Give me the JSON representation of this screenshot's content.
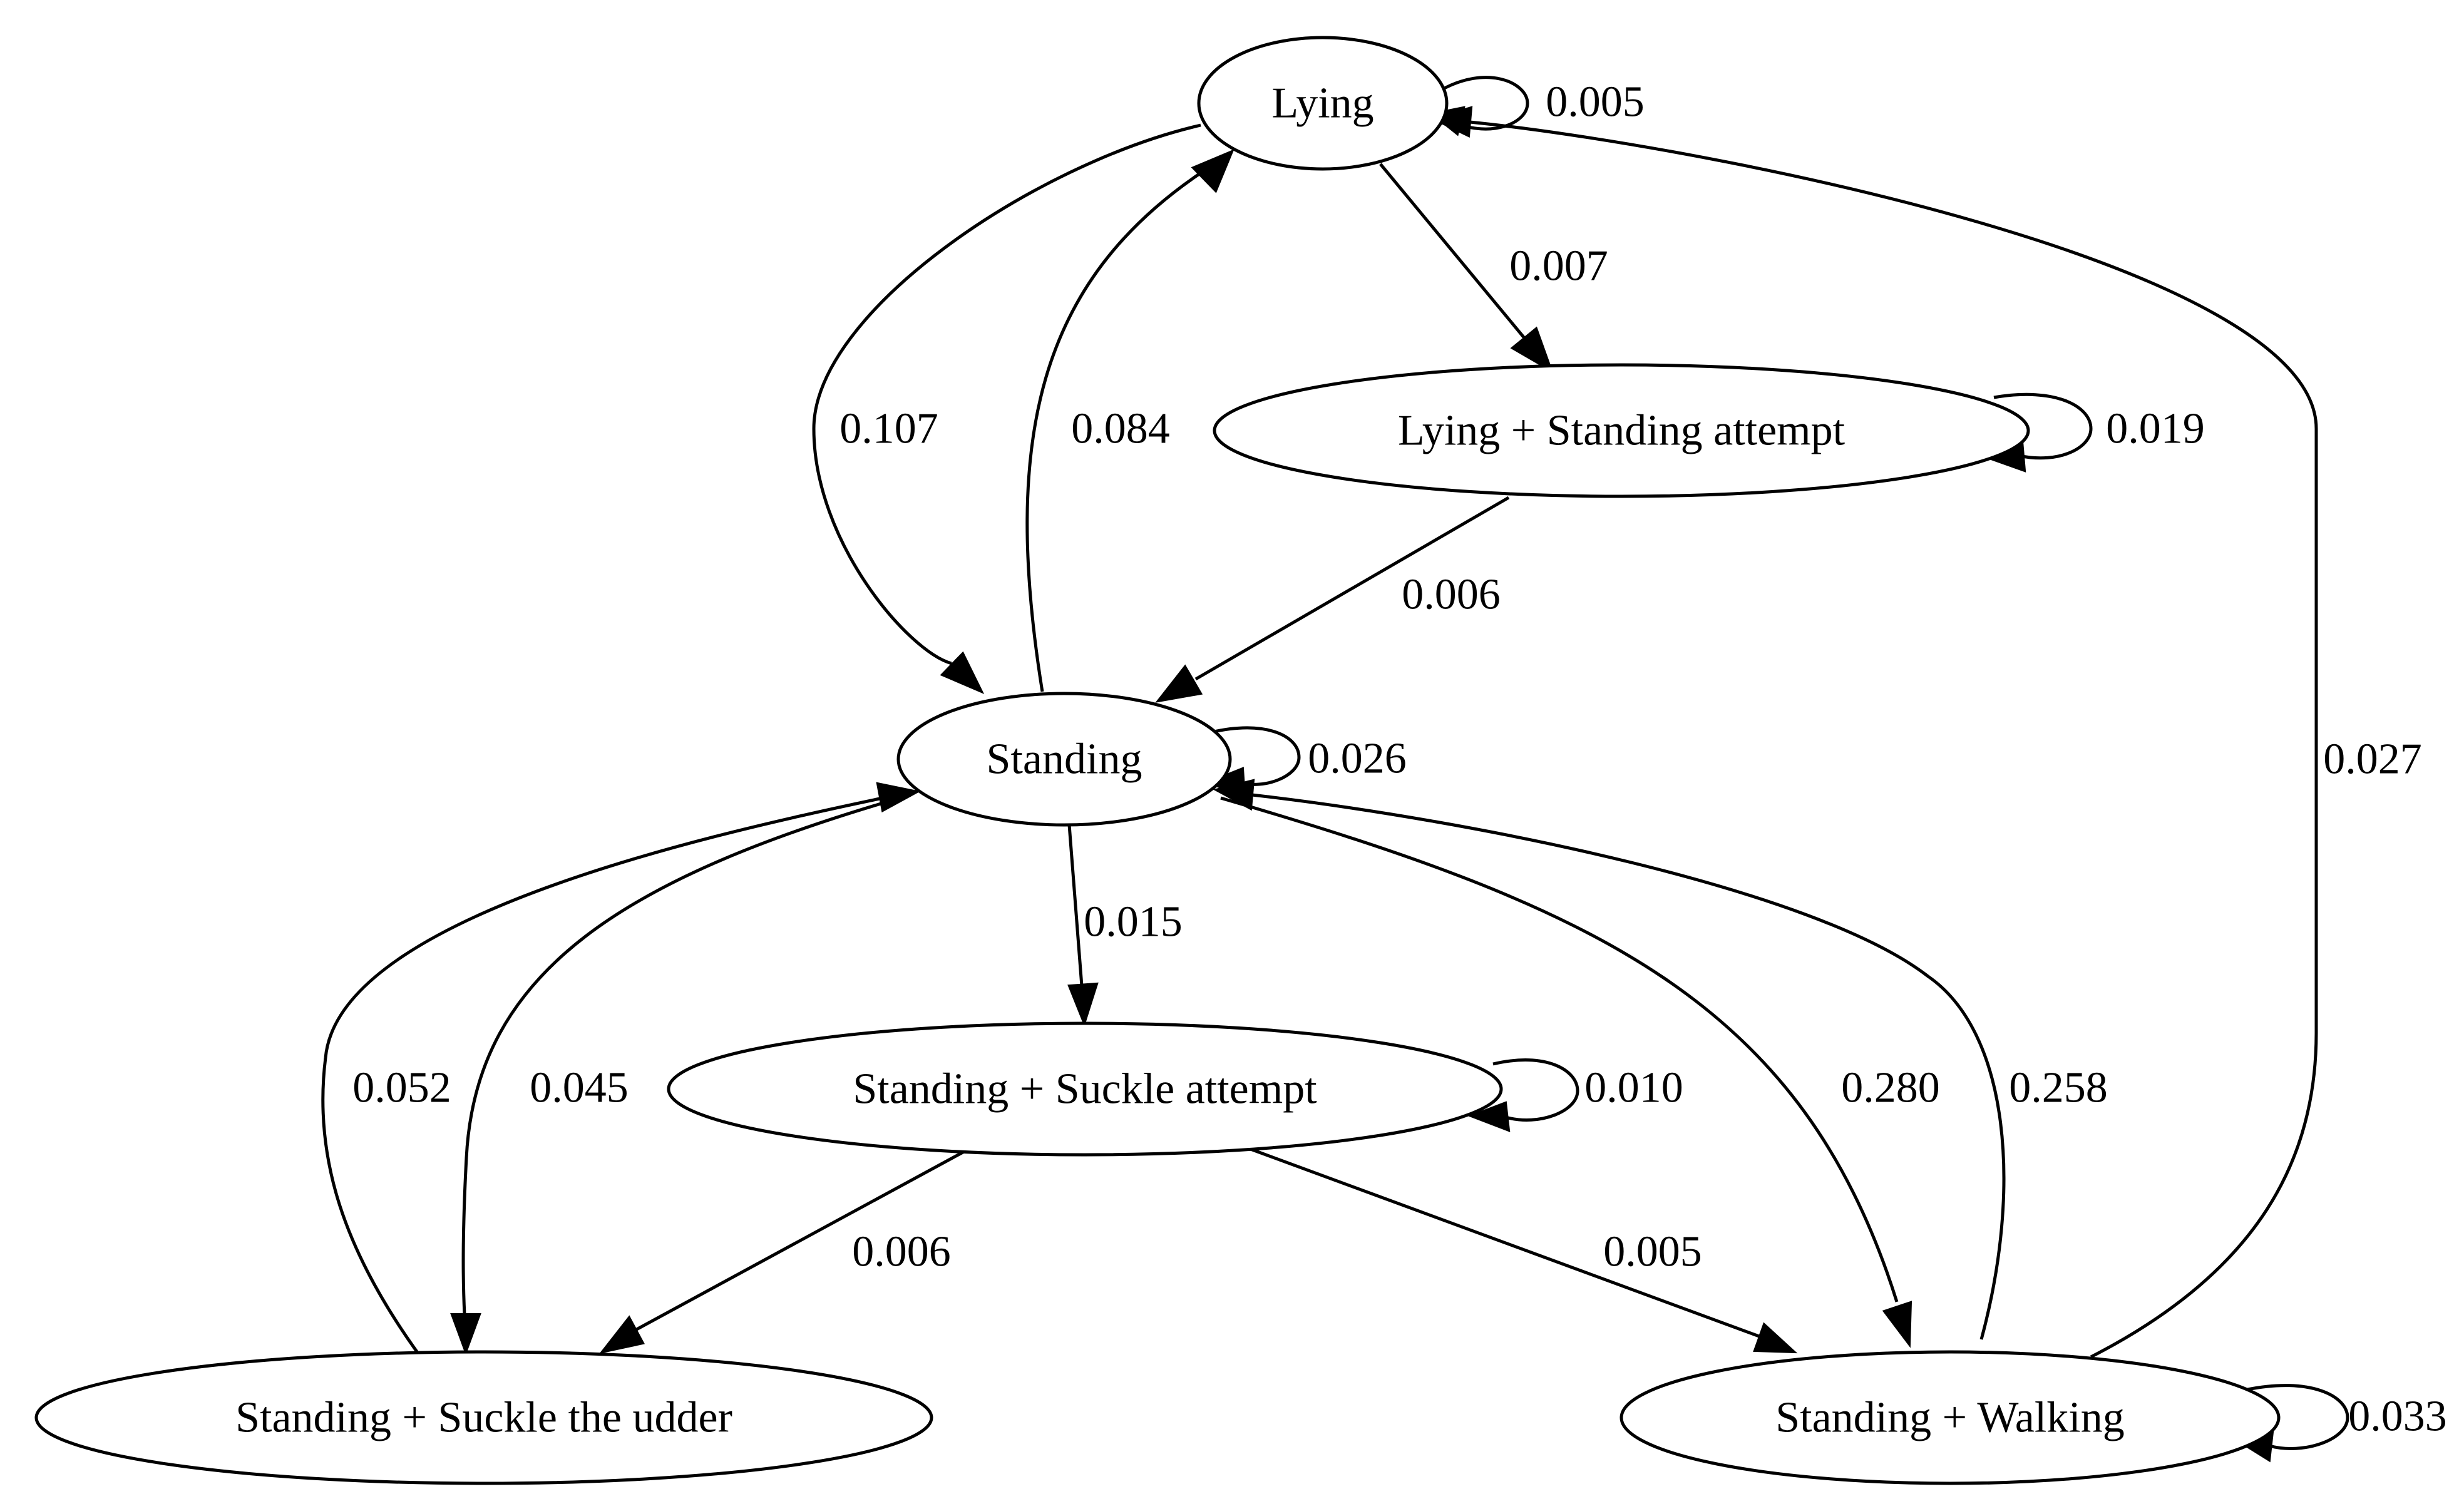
{
  "nodes": {
    "lying": "Lying",
    "lying_attempt": "Lying + Standing attempt",
    "standing": "Standing",
    "suckle_attempt": "Standing + Suckle attempt",
    "suckle_udder": "Standing + Suckle the udder",
    "walking": "Standing + Walking"
  },
  "edges": {
    "lying_self": {
      "from": "Lying",
      "to": "Lying",
      "label": "0.005"
    },
    "lying_to_attempt": {
      "from": "Lying",
      "to": "Lying + Standing attempt",
      "label": "0.007"
    },
    "lying_to_standing": {
      "from": "Lying",
      "to": "Standing",
      "label": "0.107"
    },
    "standing_to_lying": {
      "from": "Standing",
      "to": "Lying",
      "label": "0.084"
    },
    "attempt_self": {
      "from": "Lying + Standing attempt",
      "to": "Lying + Standing attempt",
      "label": "0.019"
    },
    "attempt_to_standing": {
      "from": "Lying + Standing attempt",
      "to": "Standing",
      "label": "0.006"
    },
    "standing_self": {
      "from": "Standing",
      "to": "Standing",
      "label": "0.026"
    },
    "standing_to_suckle_attempt": {
      "from": "Standing",
      "to": "Standing + Suckle attempt",
      "label": "0.015"
    },
    "suckle_attempt_self": {
      "from": "Standing + Suckle attempt",
      "to": "Standing + Suckle attempt",
      "label": "0.010"
    },
    "udder_to_standing": {
      "from": "Standing + Suckle the udder",
      "to": "Standing",
      "label": "0.052"
    },
    "standing_to_udder": {
      "from": "Standing",
      "to": "Standing + Suckle the udder",
      "label": "0.045"
    },
    "standing_to_walking": {
      "from": "Standing",
      "to": "Standing + Walking",
      "label": "0.280"
    },
    "walking_to_standing": {
      "from": "Standing + Walking",
      "to": "Standing",
      "label": "0.258"
    },
    "suckle_attempt_to_udder": {
      "from": "Standing + Suckle attempt",
      "to": "Standing + Suckle the udder",
      "label": "0.006"
    },
    "suckle_attempt_to_walking": {
      "from": "Standing + Suckle attempt",
      "to": "Standing + Walking",
      "label": "0.005"
    },
    "walking_to_lying": {
      "from": "Standing + Walking",
      "to": "Lying",
      "label": "0.027"
    },
    "walking_self": {
      "from": "Standing + Walking",
      "to": "Standing + Walking",
      "label": "0.033"
    }
  }
}
